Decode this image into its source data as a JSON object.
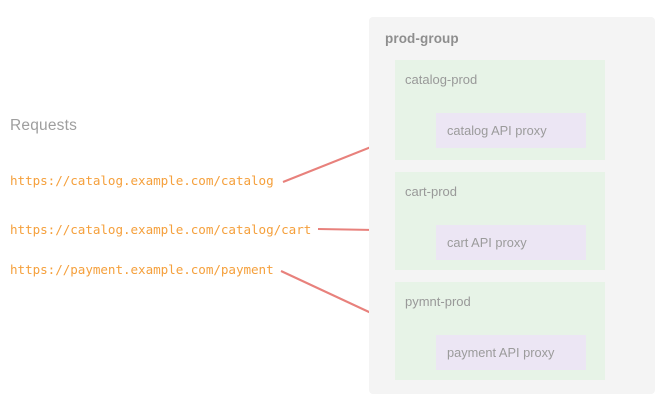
{
  "diagram": {
    "left_column": {
      "heading": "Requests",
      "requests": [
        {
          "url": "https://catalog.example.com/catalog"
        },
        {
          "url": "https://catalog.example.com/catalog/cart"
        },
        {
          "url": "https://payment.example.com/payment"
        }
      ]
    },
    "panel": {
      "title": "prod-group",
      "environments": [
        {
          "name": "catalog-prod",
          "proxy": "catalog API proxy"
        },
        {
          "name": "cart-prod",
          "proxy": "cart API proxy"
        },
        {
          "name": "pymnt-prod",
          "proxy": "payment API proxy"
        }
      ]
    },
    "connections": [
      {
        "from": "https://catalog.example.com/catalog",
        "to": "catalog API proxy"
      },
      {
        "from": "https://catalog.example.com/catalog/cart",
        "to": "cart API proxy"
      },
      {
        "from": "https://payment.example.com/payment",
        "to": "payment API proxy"
      }
    ],
    "colors": {
      "url_text": "#f5a03c",
      "panel_background": "#f4f4f4",
      "environment_background": "#e7f3e7",
      "proxy_background": "#ece6f4",
      "arrow": "#e8817c",
      "muted_text": "#9e9e9e"
    }
  }
}
